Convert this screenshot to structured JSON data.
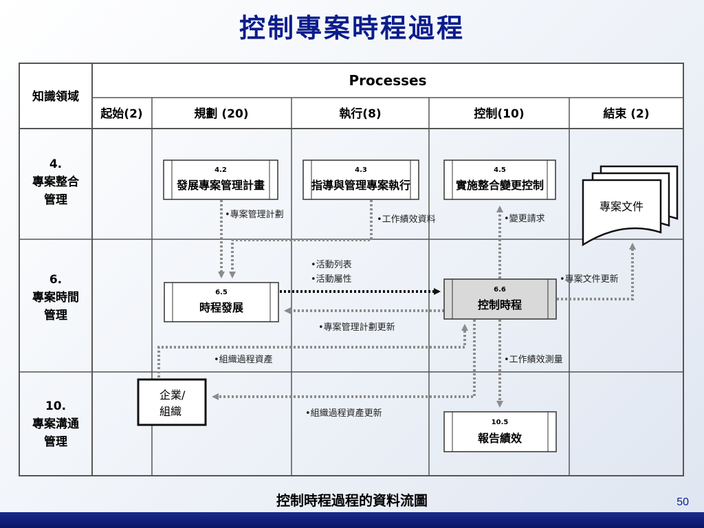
{
  "title": "控制專案時程過程",
  "caption": "控制時程過程的資料流圖",
  "page_number": "50",
  "table": {
    "corner": "知識領域",
    "processes_header": "Processes",
    "columns": [
      "起始(2)",
      "規劃 (20)",
      "執行(8)",
      "控制(10)",
      "結束 (2)"
    ],
    "rows": [
      {
        "num": "4.",
        "name1": "專案整合",
        "name2": "管理"
      },
      {
        "num": "6.",
        "name1": "專案時間",
        "name2": "管理"
      },
      {
        "num": "10.",
        "name1": "專案溝通",
        "name2": "管理"
      }
    ]
  },
  "boxes": {
    "b42": {
      "num": "4.2",
      "name": "發展專案管理計畫"
    },
    "b43": {
      "num": "4.3",
      "name": "指導與管理專案執行"
    },
    "b45": {
      "num": "4.5",
      "name": "實施整合變更控制"
    },
    "b65": {
      "num": "6.5",
      "name": "時程發展"
    },
    "b66": {
      "num": "6.6",
      "name": "控制時程"
    },
    "b105": {
      "num": "10.5",
      "name": "報告績效"
    },
    "docs": {
      "name": "專案文件"
    },
    "enterprise": {
      "line1": "企業/",
      "line2": "組織"
    }
  },
  "flows": {
    "plan": "•專案管理計劃",
    "perf_data": "•工作績效資料",
    "change_req": "•變更請求",
    "activity_list": "•活動列表",
    "activity_attr": "•活動屬性",
    "doc_update": "•專案文件更新",
    "plan_update": "•專案管理計劃更新",
    "org_assets": "•組織過程資產",
    "perf_measure": "•工作績效測量",
    "org_assets_update": "•組織過程資產更新"
  },
  "colors": {
    "title": "#0b1d8c",
    "bar": "#0a1566",
    "dotted_dark": "#222222",
    "dotted_gray": "#8c8c8c",
    "highlight_box": "#d9d9d9"
  }
}
